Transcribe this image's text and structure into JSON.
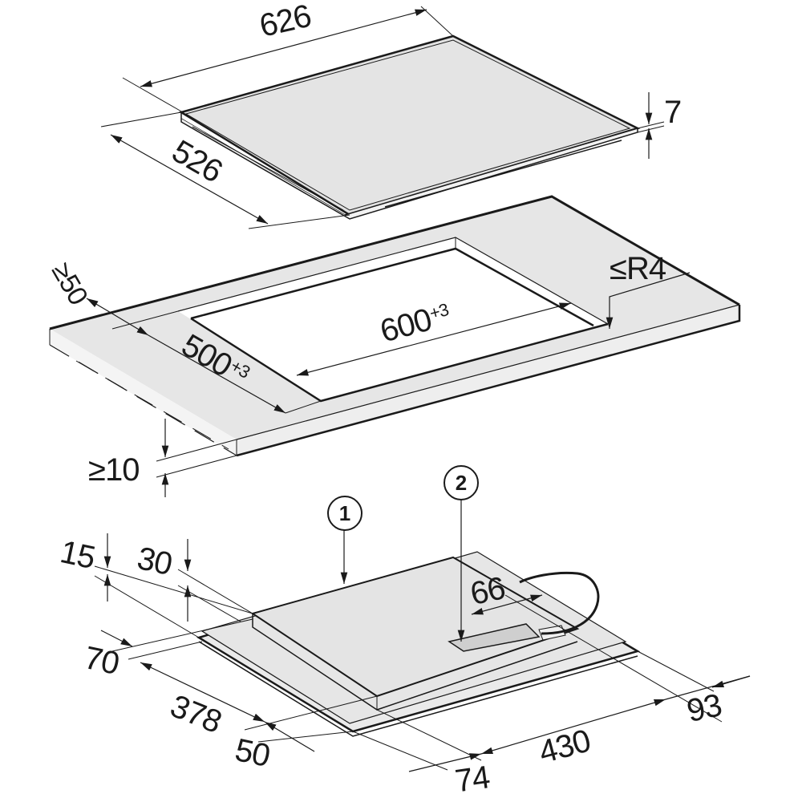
{
  "diagram": {
    "type": "installation-dimension-drawing",
    "units": "mm",
    "colors": {
      "line": "#1a1a1a",
      "surface": "#e6e6e6",
      "surface_dark": "#cfcfcf",
      "background": "#ffffff"
    },
    "hob_top_view": {
      "width": "626",
      "depth": "526",
      "thickness": "7"
    },
    "countertop_cutout": {
      "front_clearance": "≥50",
      "cutout_depth": "500",
      "cutout_depth_tol": "+3",
      "cutout_width": "600",
      "cutout_width_tol": "+3",
      "corner_radius": "≤R4",
      "min_thickness": "≥10"
    },
    "hob_underside_view": {
      "callouts": [
        {
          "id": "1"
        },
        {
          "id": "2"
        }
      ],
      "dims": {
        "d15": "15",
        "d30": "30",
        "d70": "70",
        "d378": "378",
        "d50": "50",
        "d74": "74",
        "d430": "430",
        "d93": "93",
        "d66": "66"
      }
    }
  }
}
